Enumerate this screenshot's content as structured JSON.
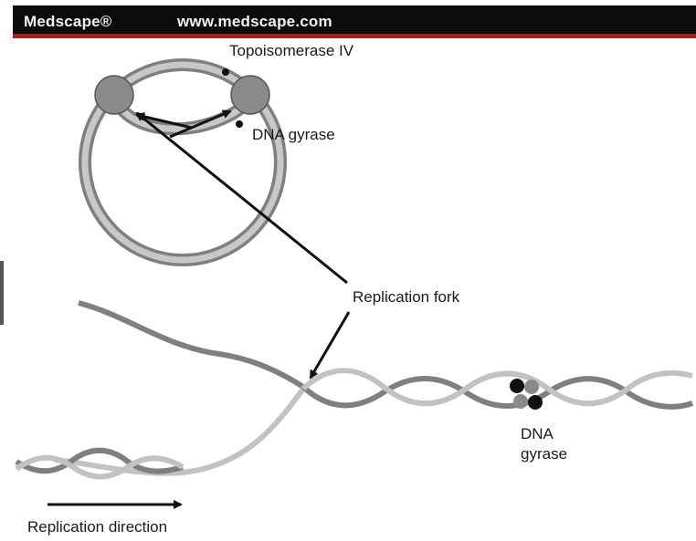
{
  "header": {
    "brand": "Medscape®",
    "url": "www.medscape.com"
  },
  "labels": {
    "topoisomerase": "Topoisomerase IV",
    "gyrase_top": "DNA gyrase",
    "replication_fork": "Replication fork",
    "gyrase_bottom_line1": "DNA",
    "gyrase_bottom_line2": "gyrase",
    "replication_direction": "Replication direction"
  },
  "colors": {
    "strand_dark": "#7f7f7f",
    "strand_light": "#c2c2c2",
    "circle_fill": "#8a8a8a",
    "arrow": "#111111",
    "header_bg": "#0b0b0b",
    "header_accent": "#b8151c"
  }
}
